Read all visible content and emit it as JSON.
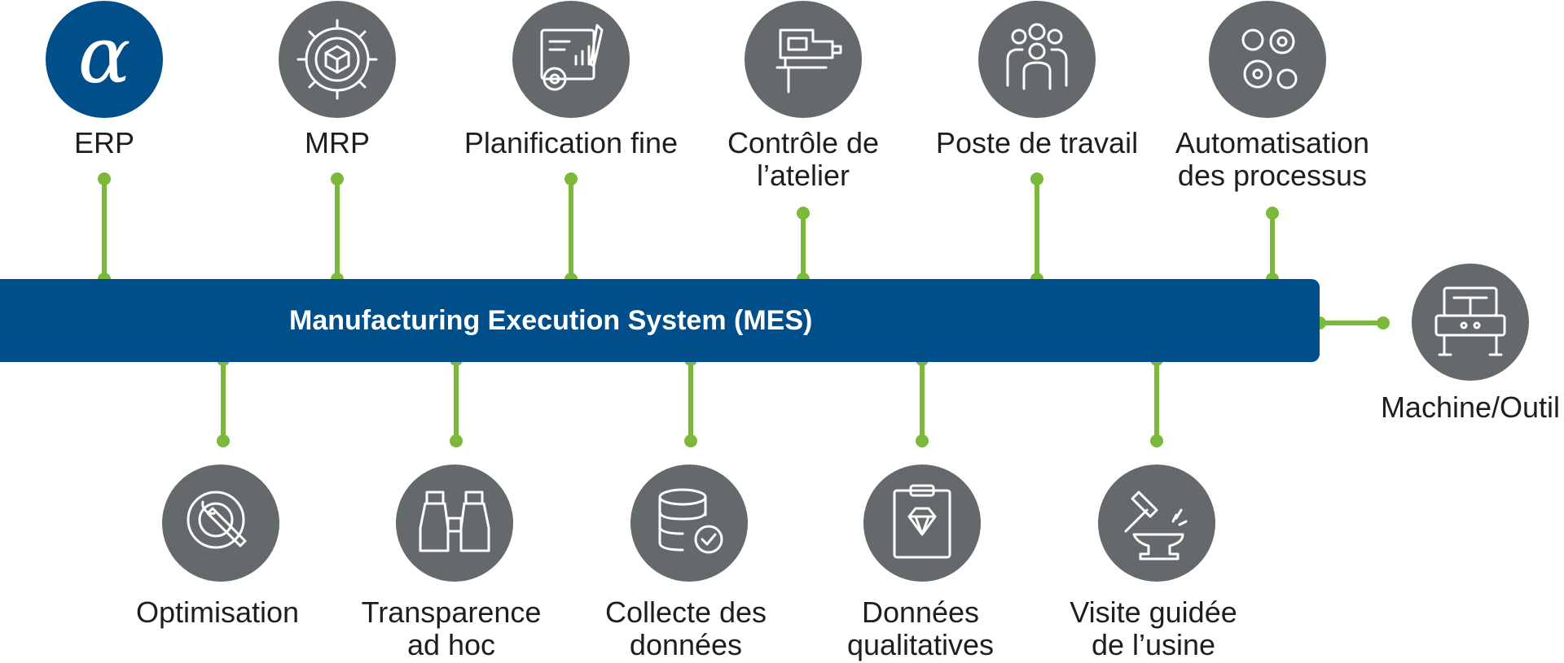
{
  "colors": {
    "bar": "#004f8a",
    "connector": "#7ab93a",
    "icon_bg": "#646a6c",
    "erp_bg": "#004f8a",
    "text": "#1e1e1e"
  },
  "mes": {
    "title": "Manufacturing Execution System (MES)"
  },
  "top_nodes": [
    {
      "id": "erp",
      "icon": "alpha-logo-icon",
      "label": "ERP"
    },
    {
      "id": "mrp",
      "icon": "gear-cube-icon",
      "label": "MRP"
    },
    {
      "id": "planning",
      "icon": "blueprint-gear-icon",
      "label": "Planification fine"
    },
    {
      "id": "shopfloor",
      "icon": "jigsaw-tool-icon",
      "label": "Contrôle de\nl’atelier"
    },
    {
      "id": "workstation",
      "icon": "team-icon",
      "label": "Poste de travail"
    },
    {
      "id": "automation",
      "icon": "gears-icon",
      "label": "Automatisation\ndes processus"
    }
  ],
  "right_node": {
    "id": "machine",
    "icon": "machine-tool-icon",
    "label": "Machine/Outil"
  },
  "bottom_nodes": [
    {
      "id": "optimisation",
      "icon": "gear-wrench-icon",
      "label": "Optimisation"
    },
    {
      "id": "transparency",
      "icon": "binoculars-icon",
      "label": "Transparence\nad hoc"
    },
    {
      "id": "datacollection",
      "icon": "database-check-icon",
      "label": "Collecte des\ndonnées"
    },
    {
      "id": "qualitydata",
      "icon": "clipboard-diamond-icon",
      "label": "Données\nqualitatives"
    },
    {
      "id": "guidedtour",
      "icon": "hammer-anvil-icon",
      "label": "Visite guidée\nde l’usine"
    }
  ]
}
